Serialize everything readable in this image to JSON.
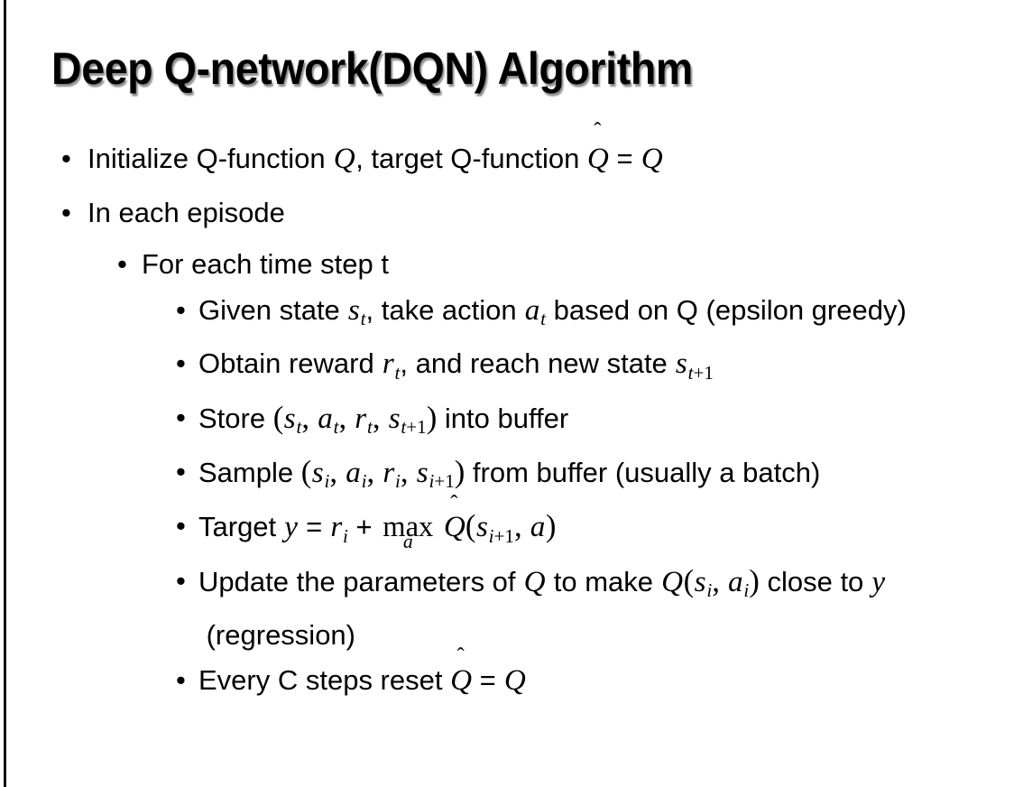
{
  "slide": {
    "title": "Deep Q-network(DQN) Algorithm",
    "background_color": "#ffffff",
    "text_color": "#000000",
    "accent_rule_color": "#111111",
    "bullet_glyph": "•"
  },
  "bullets": [
    {
      "level": 1,
      "plain_text": "Initialize Q-function Q, target Q-function Q̂ = Q",
      "runs": [
        {
          "t": "text",
          "v": "Initialize Q-function "
        },
        {
          "t": "mi",
          "v": "Q"
        },
        {
          "t": "text",
          "v": ", target Q-function "
        },
        {
          "t": "hat",
          "v": "Q"
        },
        {
          "t": "text",
          "v": " = "
        },
        {
          "t": "mi",
          "v": "Q"
        }
      ]
    },
    {
      "level": 1,
      "plain_text": "In each episode",
      "runs": [
        {
          "t": "text",
          "v": "In each episode"
        }
      ]
    },
    {
      "level": 2,
      "plain_text": "For each time step t",
      "runs": [
        {
          "t": "text",
          "v": "For each time step t"
        }
      ]
    },
    {
      "level": 3,
      "plain_text": "Given state s_t, take action a_t based on Q (epsilon greedy)",
      "runs": [
        {
          "t": "text",
          "v": "Given state "
        },
        {
          "t": "mi",
          "v": "s",
          "sub": "t"
        },
        {
          "t": "text",
          "v": ", take action "
        },
        {
          "t": "mi",
          "v": "a",
          "sub": "t"
        },
        {
          "t": "text",
          "v": " based on Q (epsilon greedy)"
        }
      ]
    },
    {
      "level": 3,
      "plain_text": "Obtain reward r_t, and reach new state s_t+1",
      "runs": [
        {
          "t": "text",
          "v": "Obtain reward "
        },
        {
          "t": "mi",
          "v": "r",
          "sub": "t"
        },
        {
          "t": "text",
          "v": ", and reach new state "
        },
        {
          "t": "mi",
          "v": "s",
          "sub": "t+1"
        }
      ]
    },
    {
      "level": 3,
      "plain_text": "Store (s_t, a_t, r_t, s_t+1) into buffer",
      "runs": [
        {
          "t": "text",
          "v": "Store "
        },
        {
          "t": "mpar",
          "v": "("
        },
        {
          "t": "mi",
          "v": "s",
          "sub": "t"
        },
        {
          "t": "mpar",
          "v": ", "
        },
        {
          "t": "mi",
          "v": "a",
          "sub": "t"
        },
        {
          "t": "mpar",
          "v": ", "
        },
        {
          "t": "mi",
          "v": "r",
          "sub": "t"
        },
        {
          "t": "mpar",
          "v": ", "
        },
        {
          "t": "mi",
          "v": "s",
          "sub": "t+1"
        },
        {
          "t": "mpar",
          "v": ")"
        },
        {
          "t": "text",
          "v": " into buffer"
        }
      ]
    },
    {
      "level": 3,
      "plain_text": "Sample (s_i, a_i, r_i, s_i+1) from buffer (usually a batch)",
      "runs": [
        {
          "t": "text",
          "v": "Sample "
        },
        {
          "t": "mpar",
          "v": "("
        },
        {
          "t": "mi",
          "v": "s",
          "sub": "i"
        },
        {
          "t": "mpar",
          "v": ", "
        },
        {
          "t": "mi",
          "v": "a",
          "sub": "i"
        },
        {
          "t": "mpar",
          "v": ", "
        },
        {
          "t": "mi",
          "v": "r",
          "sub": "i"
        },
        {
          "t": "mpar",
          "v": ", "
        },
        {
          "t": "mi",
          "v": "s",
          "sub": "i+1"
        },
        {
          "t": "mpar",
          "v": ")"
        },
        {
          "t": "text",
          "v": " from buffer (usually a batch)"
        }
      ]
    },
    {
      "level": 3,
      "plain_text": "Target y = r_i + max_a Q̂(s_i+1, a)",
      "runs": [
        {
          "t": "text",
          "v": "Target "
        },
        {
          "t": "mi",
          "v": "y"
        },
        {
          "t": "text",
          "v": " = "
        },
        {
          "t": "mi",
          "v": "r",
          "sub": "i"
        },
        {
          "t": "text",
          "v": " + "
        },
        {
          "t": "limop",
          "v": "max",
          "lim": "a"
        },
        {
          "t": "text",
          "v": " "
        },
        {
          "t": "hat",
          "v": "Q"
        },
        {
          "t": "mpar",
          "v": "("
        },
        {
          "t": "mi",
          "v": "s",
          "sub": "i+1"
        },
        {
          "t": "mpar",
          "v": ", "
        },
        {
          "t": "mi",
          "v": "a"
        },
        {
          "t": "mpar",
          "v": ")"
        }
      ]
    },
    {
      "level": 3,
      "plain_text": "Update the parameters of Q to make Q(s_i, a_i) close to y (regression)",
      "runs": [
        {
          "t": "text",
          "v": "Update the parameters of "
        },
        {
          "t": "mi",
          "v": "Q"
        },
        {
          "t": "text",
          "v": " to make "
        },
        {
          "t": "mi",
          "v": "Q"
        },
        {
          "t": "mpar",
          "v": "("
        },
        {
          "t": "mi",
          "v": "s",
          "sub": "i"
        },
        {
          "t": "mpar",
          "v": ", "
        },
        {
          "t": "mi",
          "v": "a",
          "sub": "i"
        },
        {
          "t": "mpar",
          "v": ")"
        },
        {
          "t": "text",
          "v": " close to "
        },
        {
          "t": "mi",
          "v": "y"
        },
        {
          "t": "text",
          "v": " (regression)"
        }
      ]
    },
    {
      "level": 3,
      "plain_text": "Every C steps reset Q̂ = Q",
      "runs": [
        {
          "t": "text",
          "v": "Every C steps reset "
        },
        {
          "t": "hat",
          "v": "Q"
        },
        {
          "t": "text",
          "v": " = "
        },
        {
          "t": "mi",
          "v": "Q"
        }
      ]
    }
  ]
}
